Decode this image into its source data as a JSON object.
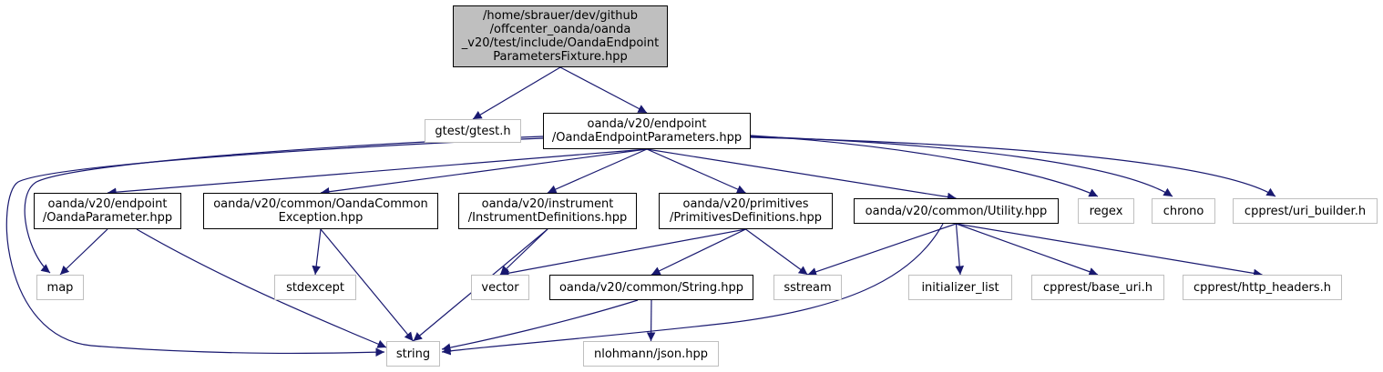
{
  "nodes": [
    {
      "id": "root",
      "kind": "root",
      "label": "/home/sbrauer/dev/github\n/offcenter_oanda/oanda\n_v20/test/include/OandaEndpoint\nParametersFixture.hpp"
    },
    {
      "id": "gtest",
      "kind": "ext",
      "label": "gtest/gtest.h"
    },
    {
      "id": "oep",
      "kind": "solid",
      "label": "oanda/v20/endpoint\n/OandaEndpointParameters.hpp"
    },
    {
      "id": "op",
      "kind": "solid",
      "label": "oanda/v20/endpoint\n/OandaParameter.hpp"
    },
    {
      "id": "oce",
      "kind": "solid",
      "label": "oanda/v20/common/OandaCommon\nException.hpp"
    },
    {
      "id": "inst",
      "kind": "solid",
      "label": "oanda/v20/instrument\n/InstrumentDefinitions.hpp"
    },
    {
      "id": "prim",
      "kind": "solid",
      "label": "oanda/v20/primitives\n/PrimitivesDefinitions.hpp"
    },
    {
      "id": "util",
      "kind": "solid",
      "label": "oanda/v20/common/Utility.hpp"
    },
    {
      "id": "regex",
      "kind": "ext",
      "label": "regex"
    },
    {
      "id": "chrono",
      "kind": "ext",
      "label": "chrono"
    },
    {
      "id": "urib",
      "kind": "ext",
      "label": "cpprest/uri_builder.h"
    },
    {
      "id": "map",
      "kind": "ext",
      "label": "map"
    },
    {
      "id": "stdexcept",
      "kind": "ext",
      "label": "stdexcept"
    },
    {
      "id": "vector",
      "kind": "ext",
      "label": "vector"
    },
    {
      "id": "strh",
      "kind": "solid",
      "label": "oanda/v20/common/String.hpp"
    },
    {
      "id": "sstream",
      "kind": "ext",
      "label": "sstream"
    },
    {
      "id": "initl",
      "kind": "ext",
      "label": "initializer_list"
    },
    {
      "id": "baseuri",
      "kind": "ext",
      "label": "cpprest/base_uri.h"
    },
    {
      "id": "httph",
      "kind": "ext",
      "label": "cpprest/http_headers.h"
    },
    {
      "id": "string",
      "kind": "ext",
      "label": "string"
    },
    {
      "id": "json",
      "kind": "ext",
      "label": "nlohmann/json.hpp"
    }
  ],
  "edges": [
    [
      "root",
      "gtest"
    ],
    [
      "root",
      "oep"
    ],
    [
      "oep",
      "op"
    ],
    [
      "oep",
      "oce"
    ],
    [
      "oep",
      "inst"
    ],
    [
      "oep",
      "prim"
    ],
    [
      "oep",
      "util"
    ],
    [
      "oep",
      "regex"
    ],
    [
      "oep",
      "chrono"
    ],
    [
      "oep",
      "urib"
    ],
    [
      "oep",
      "map"
    ],
    [
      "oep",
      "string"
    ],
    [
      "op",
      "map"
    ],
    [
      "op",
      "string"
    ],
    [
      "oce",
      "stdexcept"
    ],
    [
      "oce",
      "string"
    ],
    [
      "inst",
      "vector"
    ],
    [
      "inst",
      "string"
    ],
    [
      "prim",
      "vector"
    ],
    [
      "prim",
      "strh"
    ],
    [
      "prim",
      "sstream"
    ],
    [
      "util",
      "sstream"
    ],
    [
      "util",
      "string"
    ],
    [
      "util",
      "initl"
    ],
    [
      "util",
      "baseuri"
    ],
    [
      "util",
      "httph"
    ],
    [
      "strh",
      "string"
    ],
    [
      "strh",
      "json"
    ]
  ],
  "colors": {
    "edge": "#191970",
    "root_fill": "#bfbfbf",
    "ext_border": "#bfbfbf",
    "solid_border": "#000000"
  }
}
